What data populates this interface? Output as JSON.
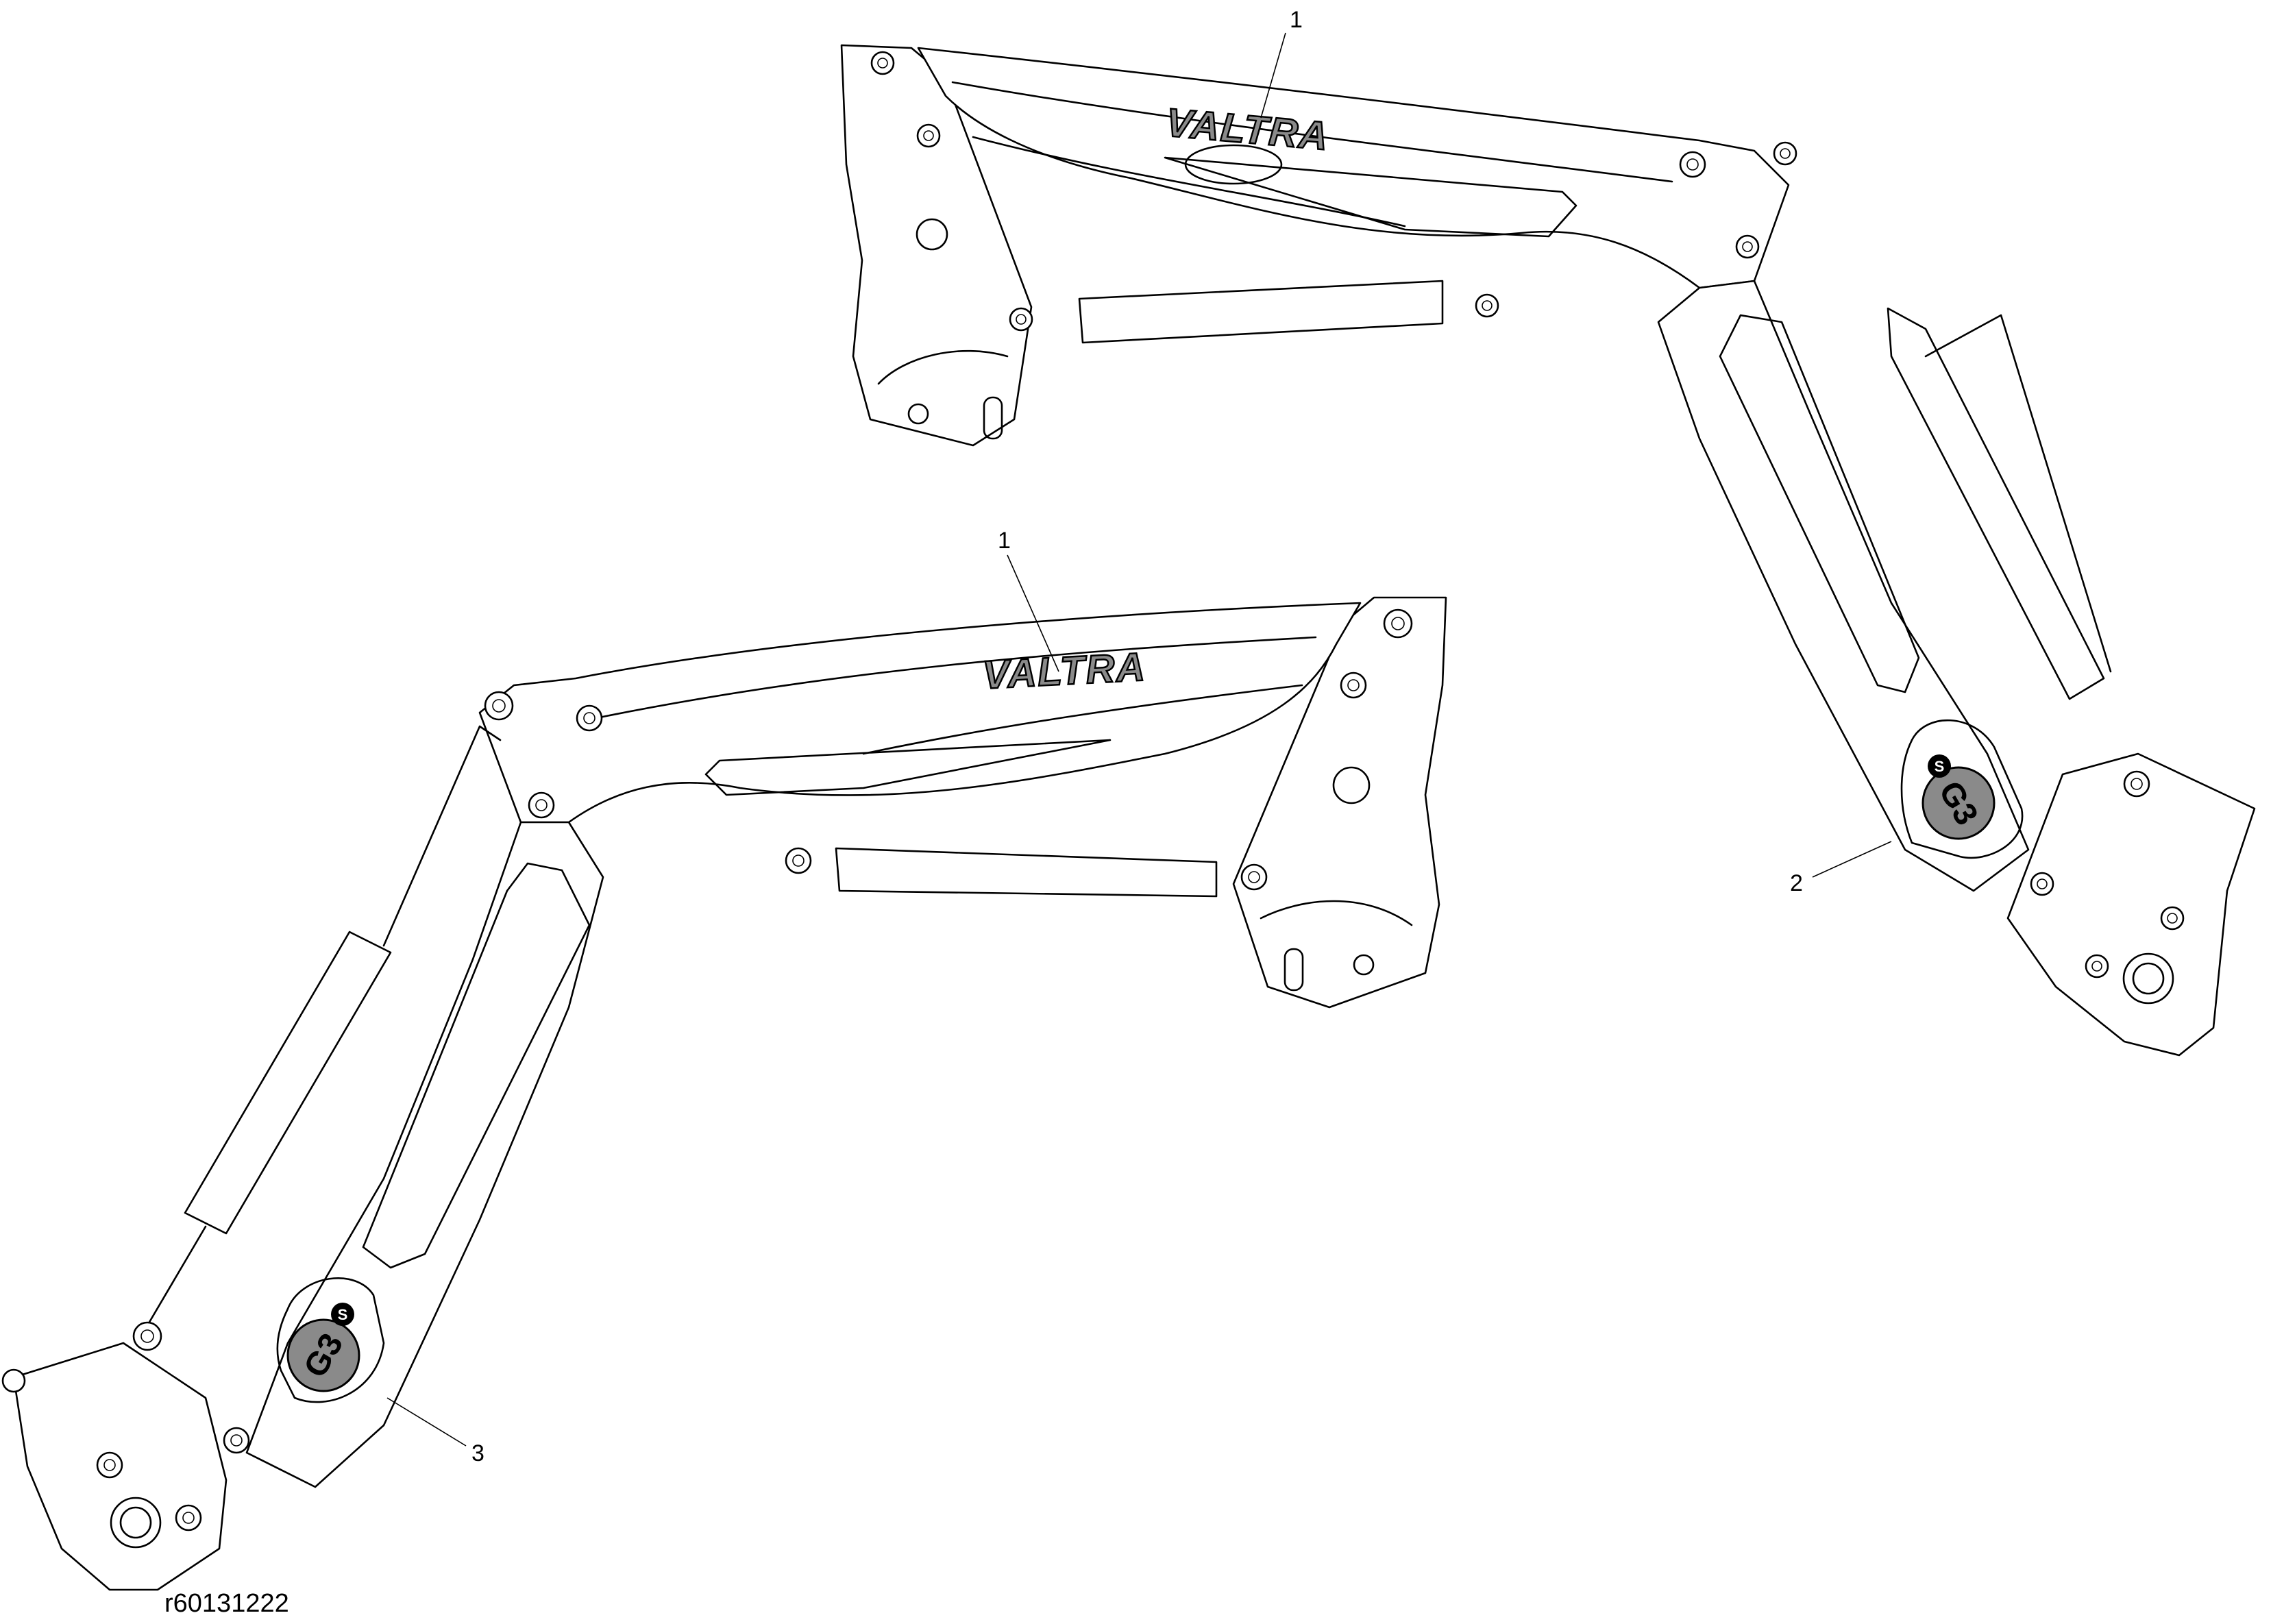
{
  "callouts": {
    "item_1_upper": "1",
    "item_1_lower": "1",
    "item_2": "2",
    "item_3": "3"
  },
  "decals": {
    "brand_upper": "VALTRA",
    "brand_lower": "VALTRA",
    "badge_upper": "G3",
    "badge_lower": "G3",
    "badge_s_upper": "S",
    "badge_s_lower": "S"
  },
  "reference_code": "r60131222",
  "colors": {
    "line": "#000000",
    "decal_fill": "#8a8a8a",
    "background": "#ffffff"
  }
}
